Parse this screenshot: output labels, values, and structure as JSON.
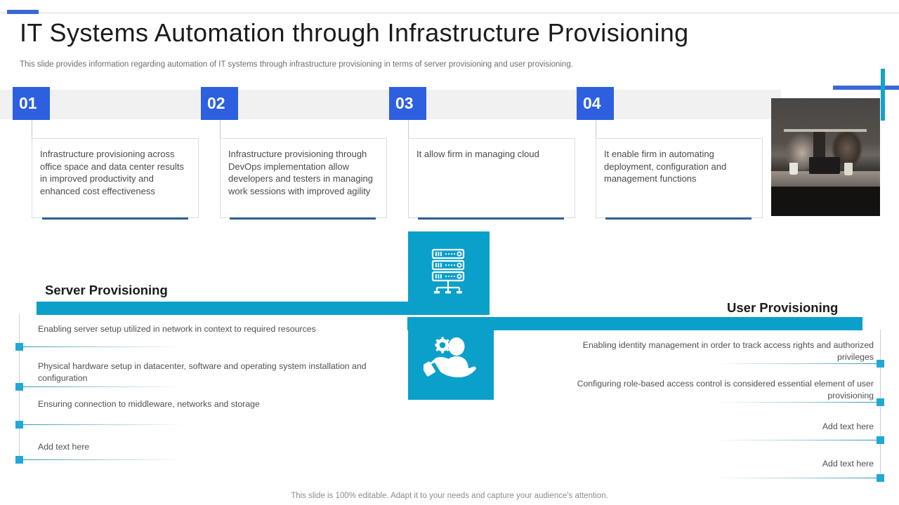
{
  "header": {
    "title": "IT Systems  Automation  through Infrastructure  Provisioning",
    "subtitle": "This slide provides information regarding automation of IT systems through infrastructure provisioning in terms of server provisioning and user provisioning."
  },
  "colors": {
    "badge_blue": "#2d5fe0",
    "accent_blue": "#3a69d6",
    "teal": "#0aa0ca",
    "marker_teal": "#21a8d4",
    "card_accent": "#2d5f8f",
    "grey_band": "#f1f1f1"
  },
  "steps": [
    {
      "number": "01",
      "text": "Infrastructure provisioning across office space and data center results in improved productivity and enhanced cost effectiveness"
    },
    {
      "number": "02",
      "text": "Infrastructure provisioning through DevOps implementation allow developers and testers in managing work sessions with improved agility"
    },
    {
      "number": "03",
      "text": "It allow firm in managing cloud"
    },
    {
      "number": "04",
      "text": "It enable firm in automating deployment, configuration and management functions"
    }
  ],
  "photo": {
    "alt": "two colleagues working at a desk with a laptop"
  },
  "server_section": {
    "title": "Server Provisioning",
    "icon": "server-rack-icon",
    "items": [
      "Enabling server  setup utilized in network in context to required resources",
      "Physical hardware  setup in datacenter, software  and operating system installation and configuration",
      "Ensuring connection to middleware,  networks and storage",
      "Add text here"
    ]
  },
  "user_section": {
    "title": "User Provisioning",
    "icon": "user-in-hand-gear-icon",
    "items": [
      "Enabling identity management  in order to track access rights and authorized privileges",
      "Configuring  role-based  access control is considered essential element of user provisioning",
      "Add text here",
      "Add text here"
    ]
  },
  "footer": {
    "note": "This slide is 100% editable. Adapt it to your needs and capture your audience's attention."
  }
}
